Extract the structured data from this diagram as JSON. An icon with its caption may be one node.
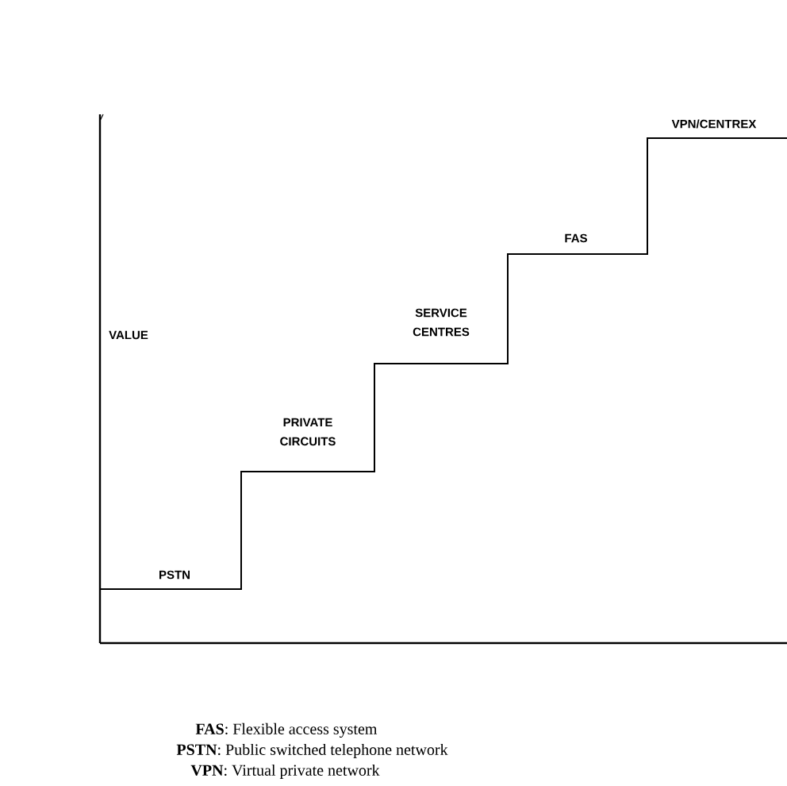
{
  "diagram": {
    "labels": [
      "VALUE",
      "PSTN",
      "PRIVATE CIRCUITS",
      "SERVICE CENTRES",
      "FAS",
      "VPN/CENTREX",
      "**FAS**: Flexible access system",
      "**PSTN**: Public switched telephone network",
      "**VPN**: Virtual private network"
    ]
  }
}
